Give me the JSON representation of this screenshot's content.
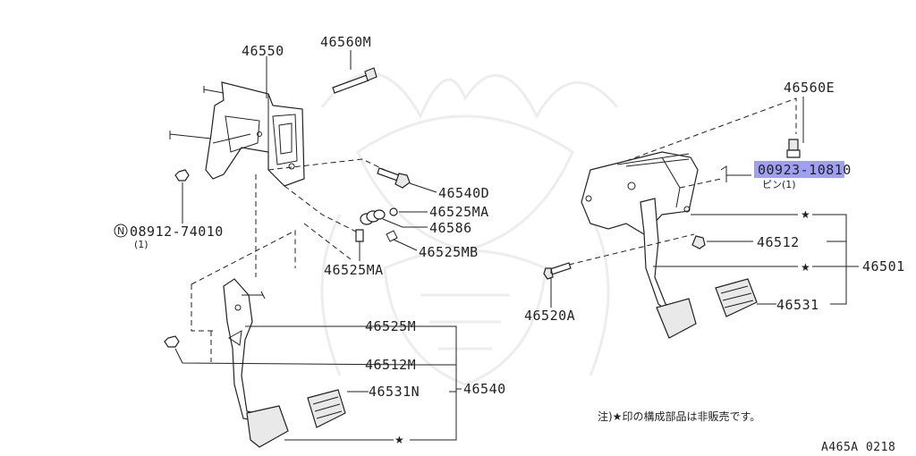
{
  "labels": {
    "p46550": "46550",
    "p46560M": "46560M",
    "p46540D": "46540D",
    "p46525MA_a": "46525MA",
    "p46586": "46586",
    "p46525MB": "46525MB",
    "p46525MA_b": "46525MA",
    "nut_part": "08912-74010",
    "nut_qty": "(1)",
    "nut_symbol": "N",
    "p46525M": "46525M",
    "p46512M": "46512M",
    "p46531N": "46531N",
    "p46540": "46540",
    "p46560E": "46560E",
    "p00923": "00923-10810",
    "pin_note": "ピン(1)",
    "p46512": "46512",
    "p46501": "46501",
    "p46531": "46531",
    "p46520A": "46520A",
    "star": "★",
    "note": "注)★印の構成部品は非販売です。",
    "ref_code": "A465A 0218"
  },
  "colors": {
    "line": "#222222",
    "highlight": "#8f8ff0",
    "watermark": "#ededed"
  }
}
